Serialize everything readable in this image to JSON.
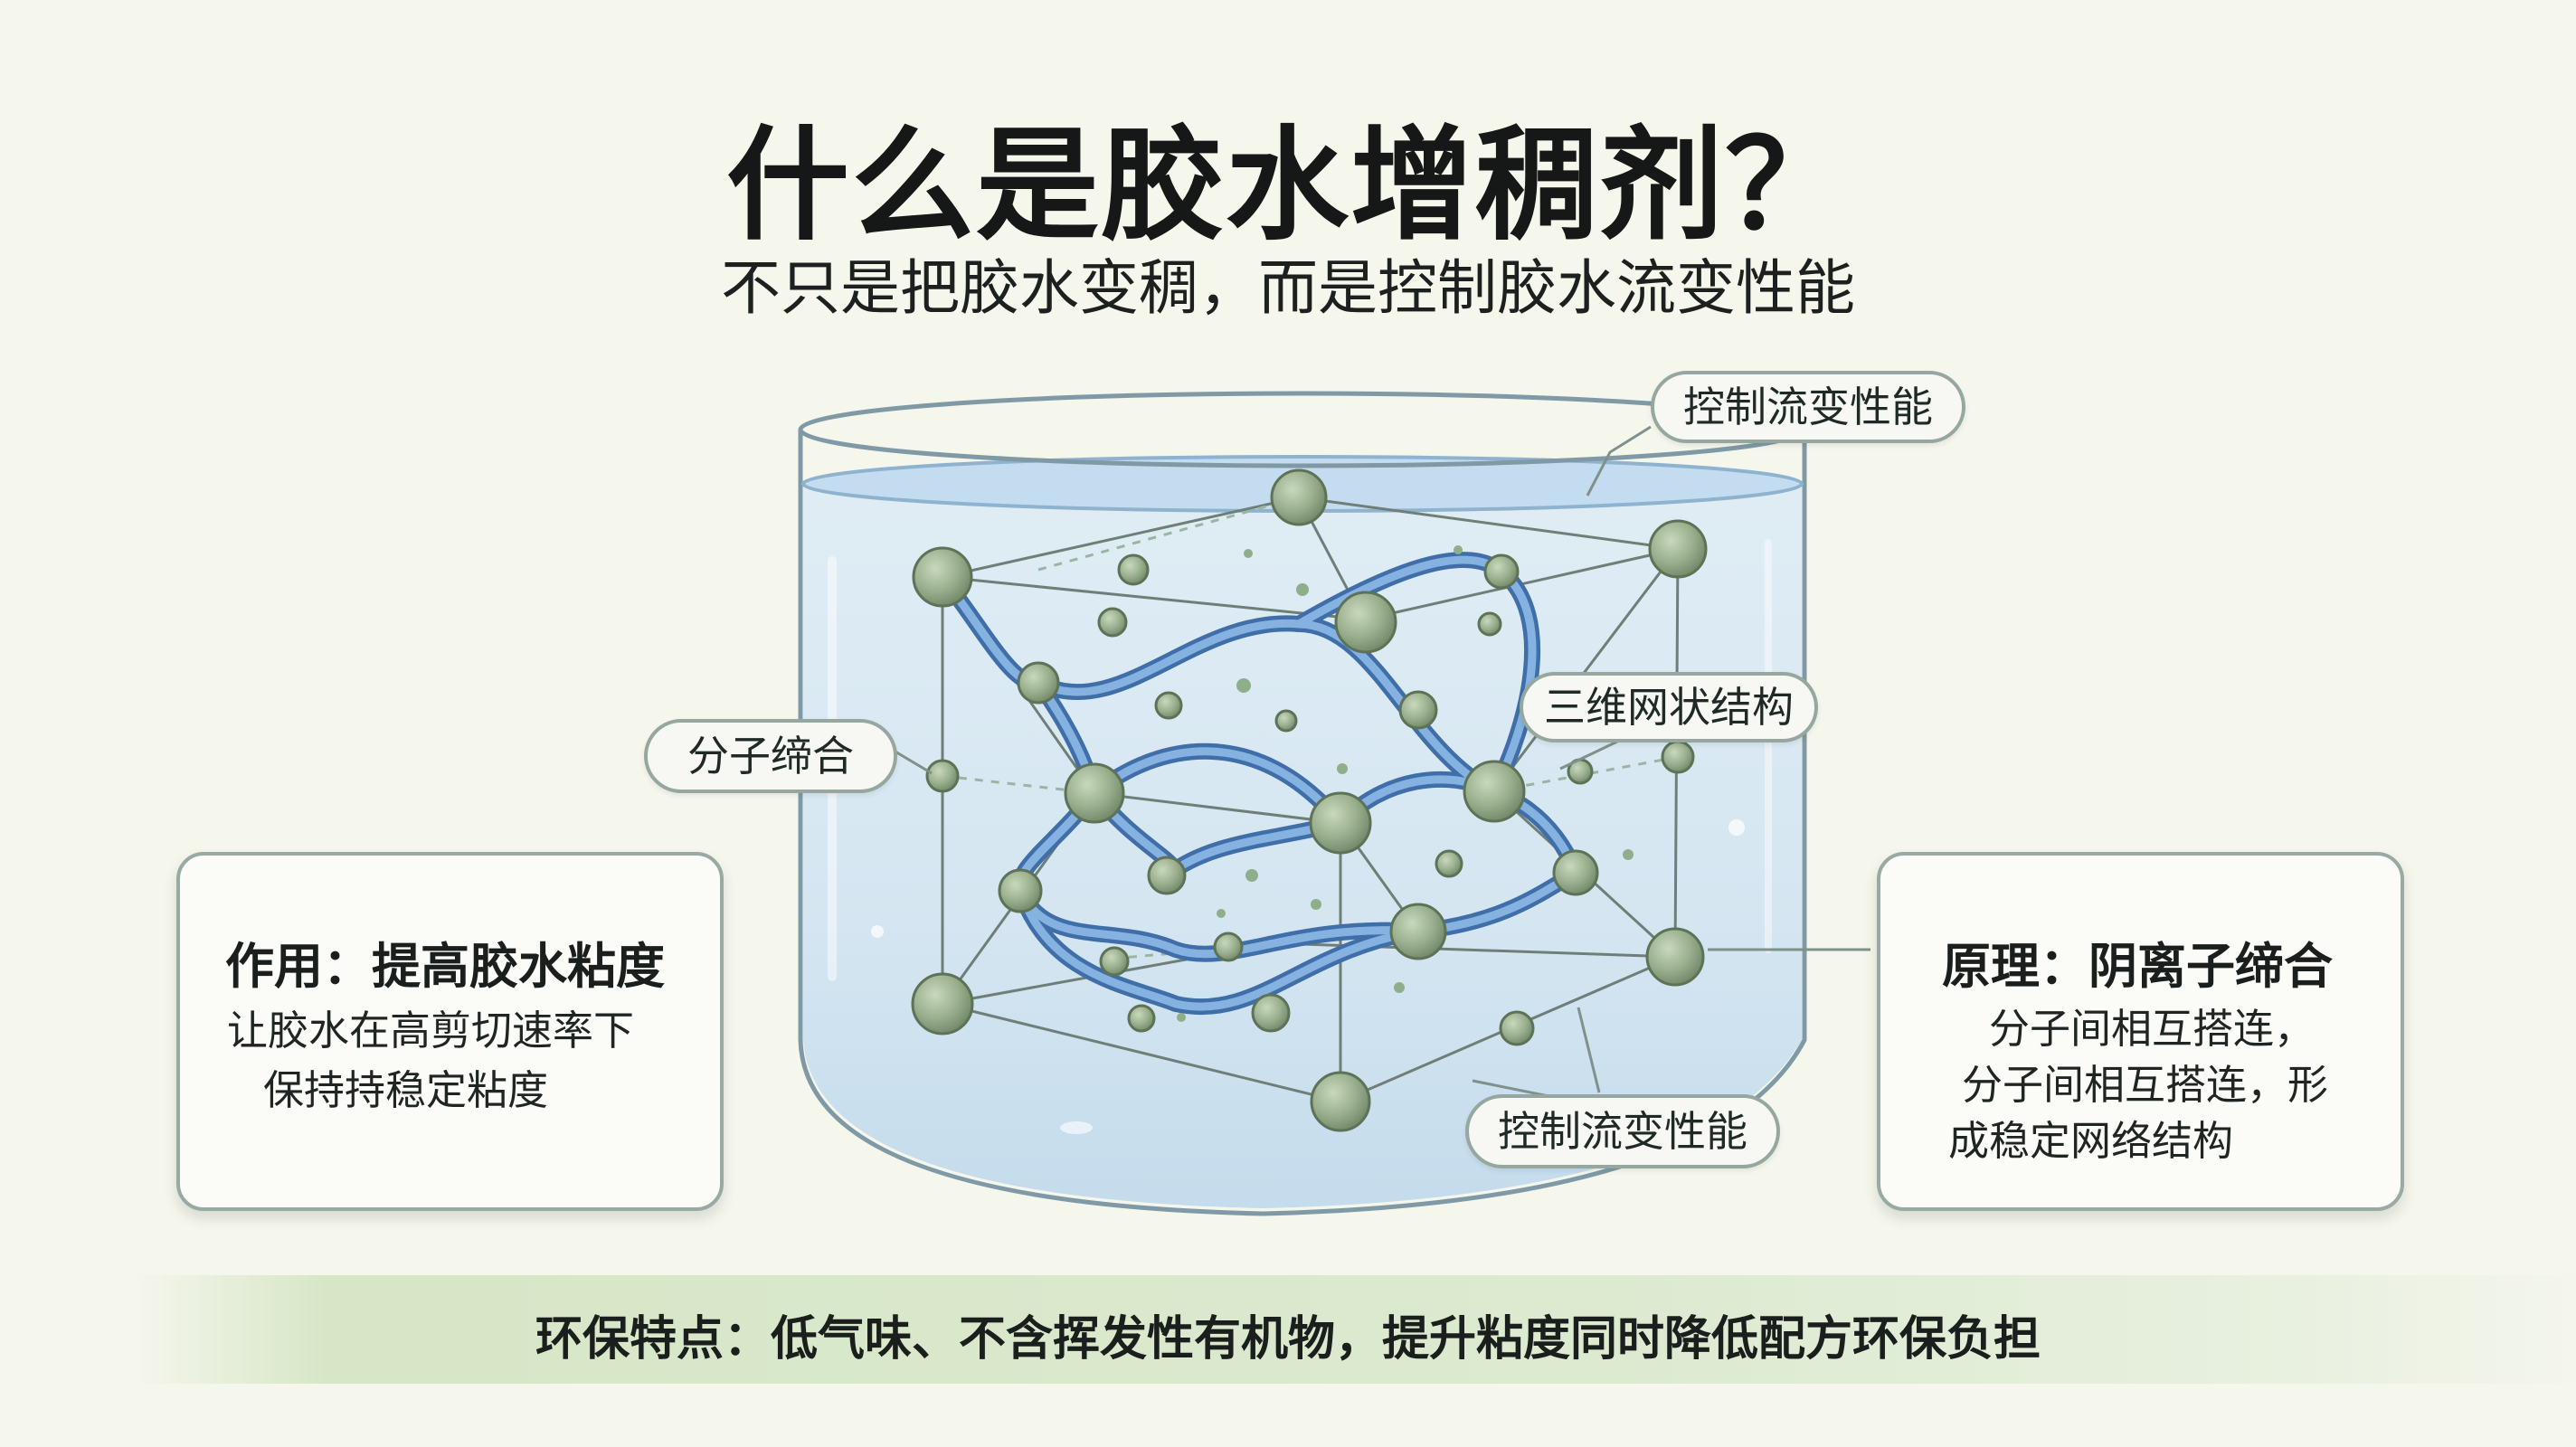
{
  "header": {
    "title": "什么是胶水增稠剂？",
    "subtitle": "不只是把胶水变稠，而是控制胶水流变性能"
  },
  "labels": {
    "top_right": "控制流变性能",
    "network": "三维网状结构",
    "molecular": "分子缔合",
    "bottom": "控制流变性能"
  },
  "left_card": {
    "title": "作用：提高胶水粘度",
    "line1": "让胶水在高剪切速率下",
    "line2": "保持持稳定粘度"
  },
  "right_card": {
    "title": "原理：阴离子缔合",
    "line1": "分子间相互搭连，",
    "line2": "分子间相互搭连，形",
    "line3": "成稳定网络结构"
  },
  "footer": {
    "text": "环保特点：低气味、不含挥发性有机物，提升粘度同时降低配方环保负担"
  },
  "colors": {
    "background": "#f5f6ec",
    "node": "#9bb08f",
    "chain": "#5b8ccb",
    "water": "#cfe3f2",
    "banner": "#d6e6c6"
  }
}
